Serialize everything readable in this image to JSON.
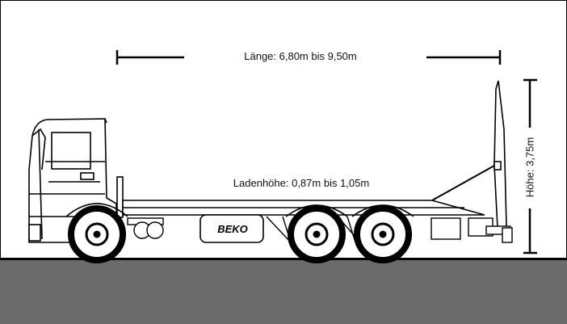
{
  "dimensions": {
    "length_label": "Länge: 6,80m bis 9,50m",
    "load_height_label": "Ladenhöhe: 0,87m bis 1,05m",
    "height_label": "Höhe: 3,75m"
  },
  "truck": {
    "tank_brand": "BEKO"
  },
  "colors": {
    "ground": "#6b6b6b",
    "line": "#000000",
    "background": "#ffffff"
  }
}
